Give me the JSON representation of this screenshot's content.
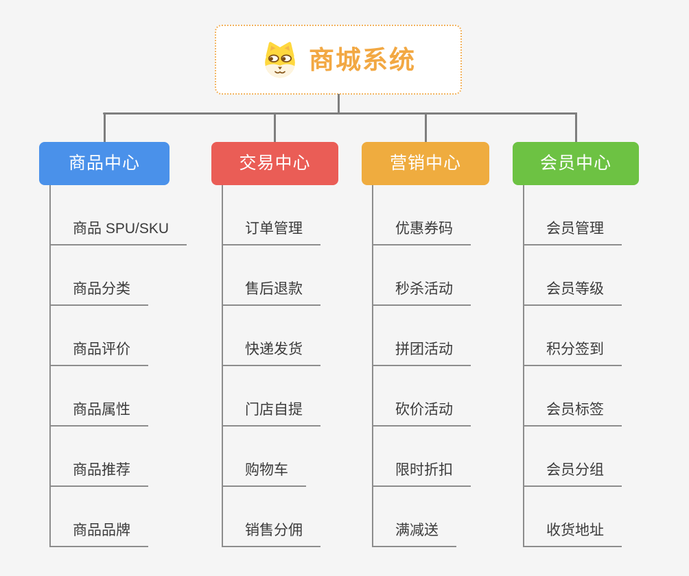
{
  "root": {
    "title": "商城系统",
    "icon": "dog-face-icon"
  },
  "branches": [
    {
      "id": "product",
      "label": "商品中心",
      "color": "#4a91ea",
      "items": [
        "商品 SPU/SKU",
        "商品分类",
        "商品评价",
        "商品属性",
        "商品推荐",
        "商品品牌"
      ]
    },
    {
      "id": "trade",
      "label": "交易中心",
      "color": "#ea5d56",
      "items": [
        "订单管理",
        "售后退款",
        "快递发货",
        "门店自提",
        "购物车",
        "销售分佣"
      ]
    },
    {
      "id": "marketing",
      "label": "营销中心",
      "color": "#efac3f",
      "items": [
        "优惠券码",
        "秒杀活动",
        "拼团活动",
        "砍价活动",
        "限时折扣",
        "满减送"
      ]
    },
    {
      "id": "member",
      "label": "会员中心",
      "color": "#6dc243",
      "items": [
        "会员管理",
        "会员等级",
        "积分签到",
        "会员标签",
        "会员分组",
        "收货地址"
      ]
    }
  ],
  "theme": {
    "background": "#f5f5f5",
    "connector_color": "#7e7e7e",
    "leaf_line_color": "#8c8c8c",
    "leaf_text_color": "#3b3b3b",
    "root_border_color": "#f2b25c",
    "root_text_color": "#f2a843",
    "root_background": "#ffffff",
    "branch_text_color": "#ffffff"
  }
}
